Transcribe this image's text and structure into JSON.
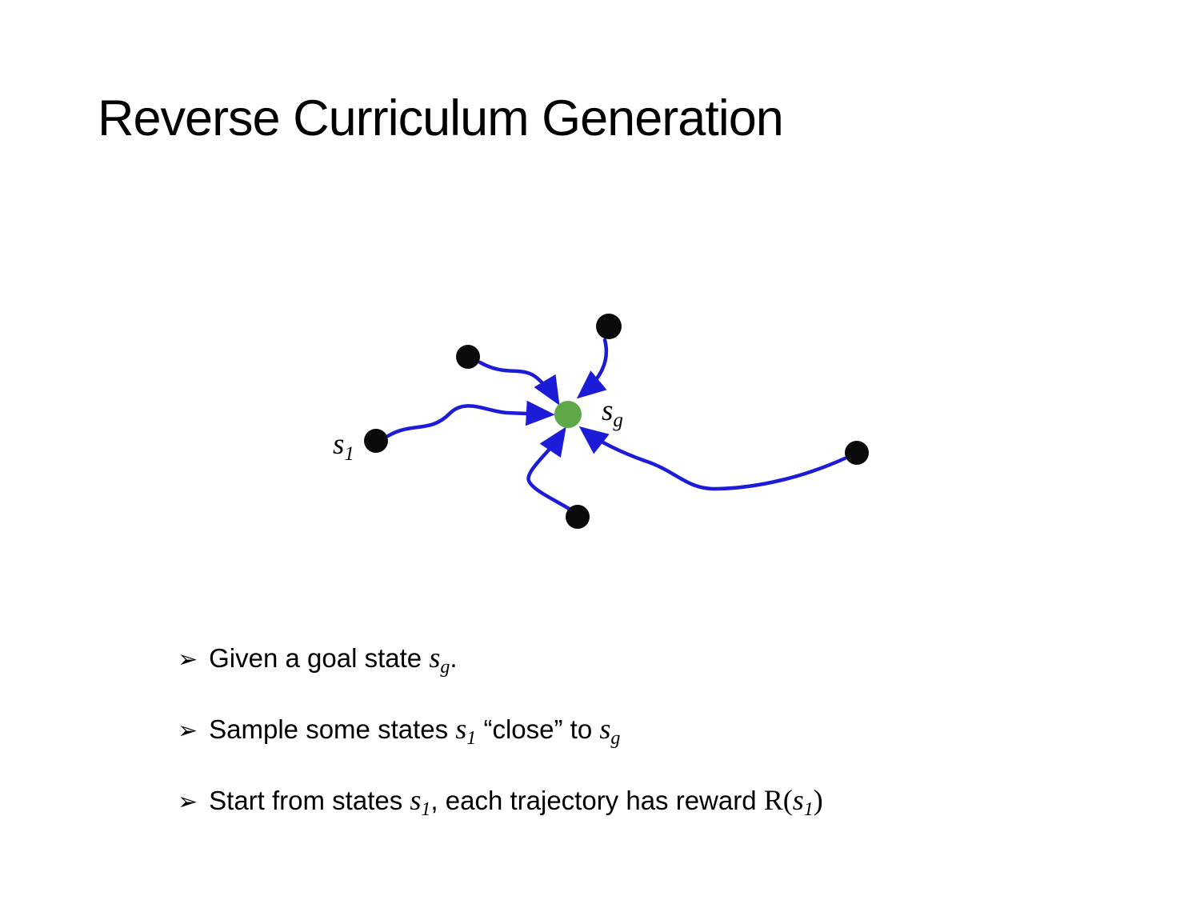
{
  "title": "Reverse Curriculum Generation",
  "diagram": {
    "goal_label": {
      "v": "s",
      "s": "g"
    },
    "start_label": {
      "v": "s",
      "s": "1"
    },
    "colors": {
      "edge": "#1b1bd8",
      "goal": "#5fa848",
      "state": "#0a0a0a"
    }
  },
  "bullet_marker": "➢",
  "bullets": [
    {
      "segments": [
        {
          "t": "Given a goal state "
        },
        {
          "v": "s",
          "s": "g"
        },
        {
          "t": "."
        }
      ]
    },
    {
      "segments": [
        {
          "t": "Sample some states "
        },
        {
          "v": "s",
          "s": "1"
        },
        {
          "t": " “close” to "
        },
        {
          "v": "s",
          "s": "g"
        }
      ]
    },
    {
      "segments": [
        {
          "t": "Start from states "
        },
        {
          "v": "s",
          "s": "1"
        },
        {
          "t": ", each trajectory has reward "
        },
        {
          "r1": "R("
        },
        {
          "v": "s",
          "s": "1"
        },
        {
          "r2": ")"
        }
      ]
    }
  ]
}
